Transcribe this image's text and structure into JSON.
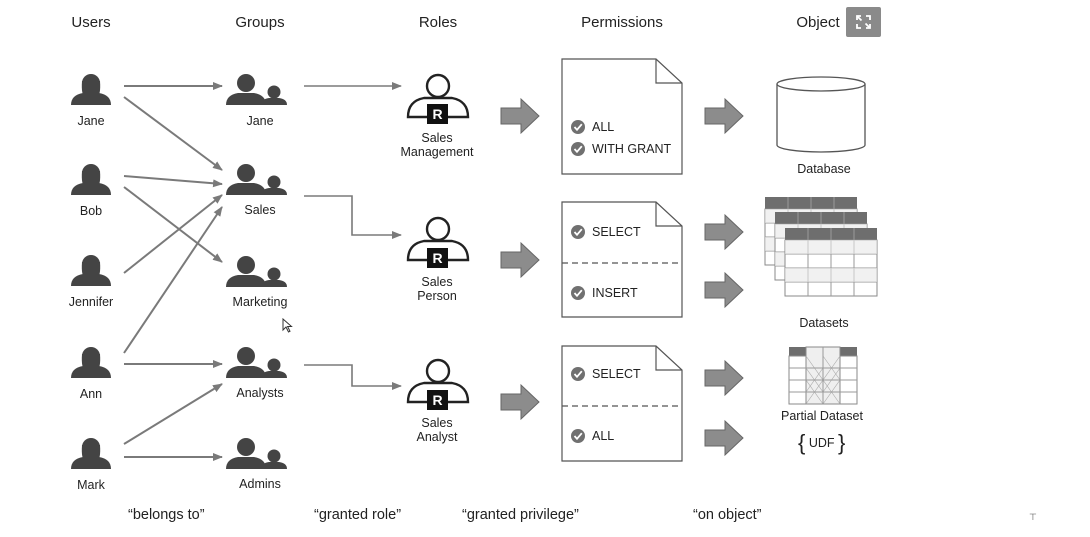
{
  "headers": {
    "users": "Users",
    "groups": "Groups",
    "roles": "Roles",
    "permissions": "Permissions",
    "object": "Object"
  },
  "users": [
    "Jane",
    "Bob",
    "Jennifer",
    "Ann",
    "Mark"
  ],
  "groups": [
    "Jane",
    "Sales",
    "Marketing",
    "Analysts",
    "Admins"
  ],
  "roles": [
    {
      "line1": "Sales",
      "line2": "Management",
      "badge": "R"
    },
    {
      "line1": "Sales",
      "line2": "Person",
      "badge": "R"
    },
    {
      "line1": "Sales",
      "line2": "Analyst",
      "badge": "R"
    }
  ],
  "permissions": {
    "doc1": [
      "ALL",
      "WITH GRANT"
    ],
    "doc2": [
      "SELECT",
      "INSERT"
    ],
    "doc3": [
      "SELECT",
      "ALL"
    ]
  },
  "objects": {
    "database": "Database",
    "datasets": "Datasets",
    "partial": "Partial Dataset",
    "udf": "UDF",
    "udf_open": "{",
    "udf_close": "}"
  },
  "footer": [
    "“belongs to”",
    "“granted role”",
    "“granted privilege”",
    "“on object”"
  ],
  "corner_glyph": "⊤",
  "colors": {
    "icon": "#444444",
    "arrow": "#7a7a7a",
    "block_arrow": "#8c8c8c",
    "doc_border": "#555555",
    "check": "#707070",
    "table_header": "#6e6e6e",
    "table_cell": "#e8e8e8"
  },
  "icons": {
    "expand": "expand-icon",
    "user": "person-icon",
    "group": "group-icon",
    "role": "role-icon",
    "check": "check-circle-icon",
    "database": "database-icon"
  }
}
